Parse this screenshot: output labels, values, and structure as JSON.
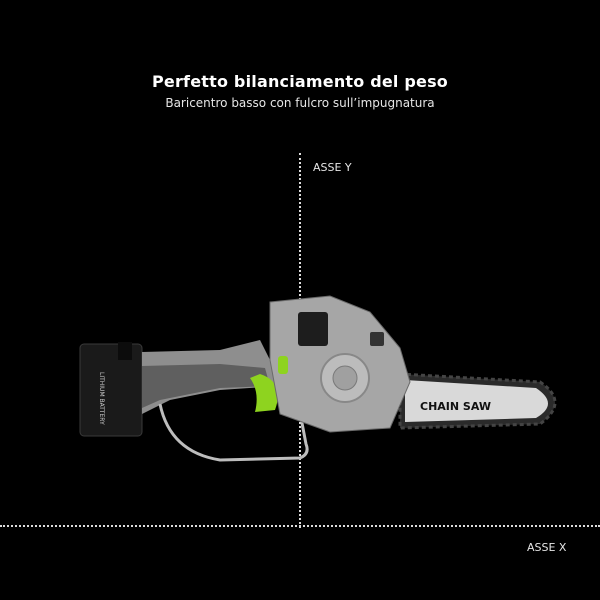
{
  "header": {
    "title": "Perfetto bilanciamento del peso",
    "subtitle": "Baricentro basso con fulcro sull’impugnatura"
  },
  "axes": {
    "y_label": "ASSE Y",
    "x_label": "ASSE X"
  },
  "product": {
    "battery_label": "LITHIUM BATTERY",
    "bar_label": "CHAIN SAW",
    "accent_color": "#8ed31f",
    "body_color": "#9a9a9a"
  },
  "colors": {
    "background": "#000000",
    "axis_line": "#dcdcdc"
  }
}
